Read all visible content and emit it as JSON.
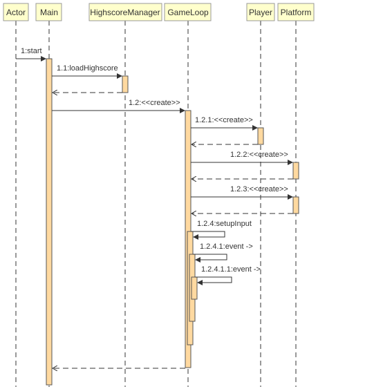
{
  "participants": [
    {
      "id": "actor",
      "label": "Actor"
    },
    {
      "id": "main",
      "label": "Main"
    },
    {
      "id": "highscore",
      "label": "HighscoreManager"
    },
    {
      "id": "gameloop",
      "label": "GameLoop"
    },
    {
      "id": "player",
      "label": "Player"
    },
    {
      "id": "platform",
      "label": "Platform"
    }
  ],
  "messages": [
    {
      "id": "m-start",
      "label": "1:start",
      "from": "actor",
      "to": "main",
      "kind": "sync"
    },
    {
      "id": "m-load",
      "label": "1.1:loadHighscore",
      "from": "main",
      "to": "highscore",
      "kind": "sync"
    },
    {
      "id": "m-load-return",
      "label": "",
      "from": "highscore",
      "to": "main",
      "kind": "return"
    },
    {
      "id": "m-create-gameloop",
      "label": "1.2:<<create>>",
      "from": "main",
      "to": "gameloop",
      "kind": "sync"
    },
    {
      "id": "m-create-player",
      "label": "1.2.1:<<create>>",
      "from": "gameloop",
      "to": "player",
      "kind": "sync"
    },
    {
      "id": "m-player-return",
      "label": "",
      "from": "player",
      "to": "gameloop",
      "kind": "return"
    },
    {
      "id": "m-create-platform-1",
      "label": "1.2.2:<<create>>",
      "from": "gameloop",
      "to": "platform",
      "kind": "sync"
    },
    {
      "id": "m-platform-return-1",
      "label": "",
      "from": "platform",
      "to": "gameloop",
      "kind": "return"
    },
    {
      "id": "m-create-platform-2",
      "label": "1.2.3:<<create>>",
      "from": "gameloop",
      "to": "platform",
      "kind": "sync"
    },
    {
      "id": "m-platform-return-2",
      "label": "",
      "from": "platform",
      "to": "gameloop",
      "kind": "return"
    },
    {
      "id": "m-setup-input",
      "label": "1.2.4:setupInput",
      "from": "gameloop",
      "to": "gameloop",
      "kind": "self"
    },
    {
      "id": "m-event",
      "label": "1.2.4.1:event ->",
      "from": "gameloop",
      "to": "gameloop",
      "kind": "self"
    },
    {
      "id": "m-event-nested",
      "label": "1.2.4.1.1:event ->",
      "from": "gameloop",
      "to": "gameloop",
      "kind": "self"
    },
    {
      "id": "m-gameloop-return",
      "label": "",
      "from": "gameloop",
      "to": "main",
      "kind": "return"
    }
  ]
}
